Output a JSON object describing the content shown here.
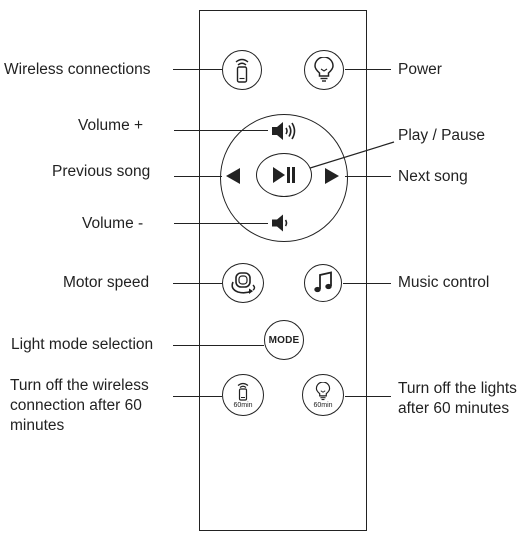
{
  "labels": {
    "wireless_connections": "Wireless connections",
    "power": "Power",
    "volume_plus": "Volume +",
    "play_pause": "Play / Pause",
    "previous_song": "Previous song",
    "next_song": "Next song",
    "volume_minus": "Volume -",
    "motor_speed": "Motor speed",
    "music_control": "Music control",
    "light_mode_selection": "Light mode selection",
    "turn_off_wireless": "Turn off the wireless connection after 60 minutes",
    "turn_off_lights": "Turn off the lights after 60 minutes"
  },
  "buttons": {
    "mode_label": "MODE",
    "timer_label_wireless": "60min",
    "timer_label_lights": "60min"
  },
  "icons": {
    "wireless": "phone-wireless-icon",
    "power": "lightbulb-icon",
    "volume_up": "speaker-up-icon",
    "volume_down": "speaker-down-icon",
    "previous": "triangle-left-icon",
    "next": "triangle-right-icon",
    "play_pause": "play-pause-icon",
    "motor": "rotation-icon",
    "music": "music-note-icon"
  }
}
